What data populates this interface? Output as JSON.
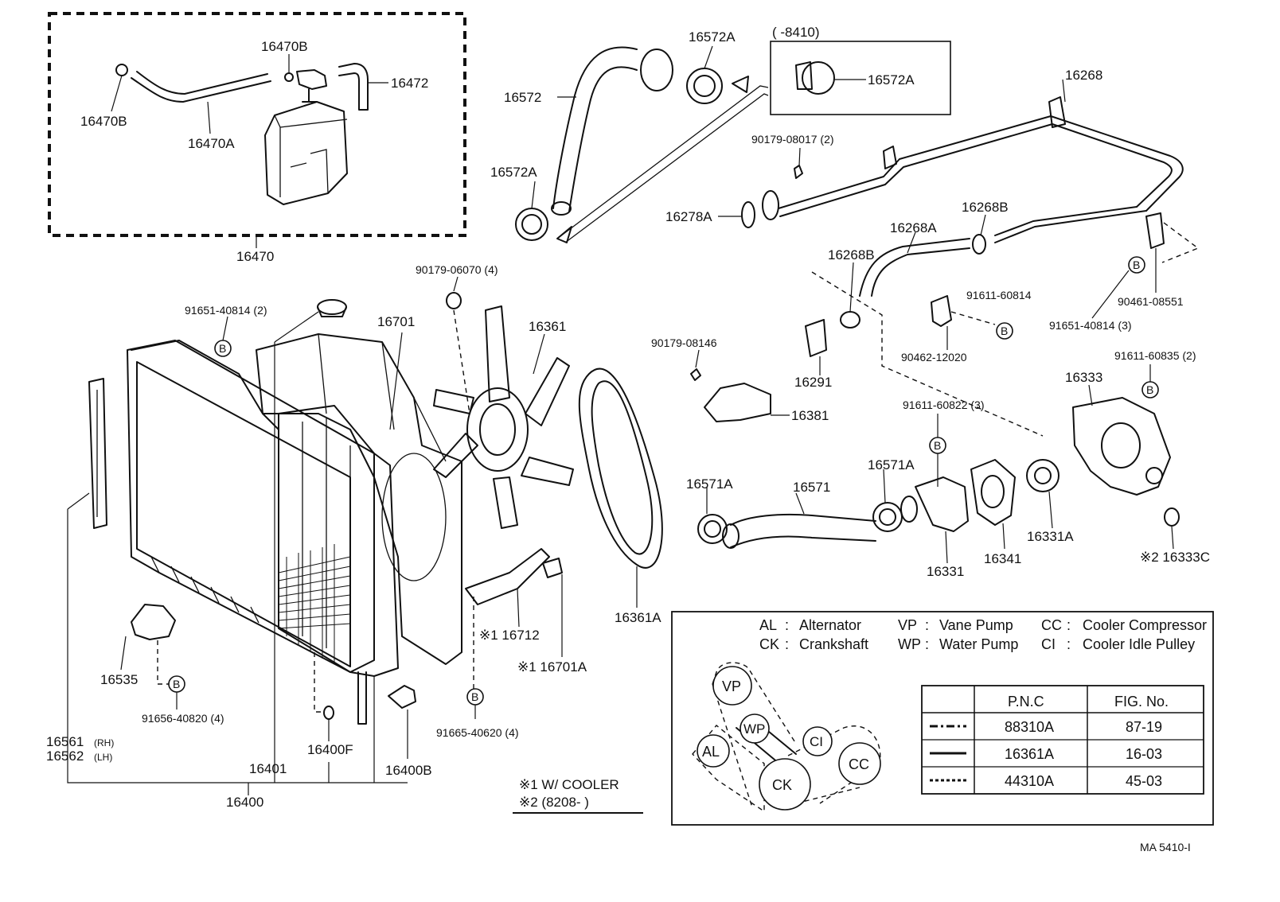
{
  "diagram_id": "MA 5410-I",
  "labels": {
    "p16470": "16470",
    "p16470B_top": "16470B",
    "p16470B_left": "16470B",
    "p16470A": "16470A",
    "p16472": "16472",
    "p16572_top": "16572A",
    "p16572": "16572",
    "p16572A_left": "16572A",
    "p16572A_box": "16572A",
    "box_range": "(      -8410)",
    "p16268": "16268",
    "p90179_08017": "90179-08017 (2)",
    "p16278A": "16278A",
    "p16268B_top": "16268B",
    "p16268A": "16268A",
    "p16268B_mid": "16268B",
    "p91611_60814": "91611-60814",
    "p90461_08551": "90461-08551",
    "p91651_40814_3": "91651-40814 (3)",
    "p90462_12020": "90462-12020",
    "p16291": "16291",
    "p90179_08146": "90179-08146",
    "p16381": "16381",
    "p91611_60835": "91611-60835 (2)",
    "p16333": "16333",
    "p91611_60822": "91611-60822 (3)",
    "p16571A_left": "16571A",
    "p16571": "16571",
    "p16571A_mid": "16571A",
    "p16331A": "16331A",
    "p16341": "16341",
    "p16331": "16331",
    "p16333C": "※2 16333C",
    "p90179_06070": "90179-06070 (4)",
    "p16701": "16701",
    "p16361": "16361",
    "p91651_40814_2": "91651-40814 (2)",
    "p16361A": "16361A",
    "p16712": "※1 16712",
    "p16701A": "※1 16701A",
    "p91665_40620": "91665-40620 (4)",
    "p16535": "16535",
    "p91656_40820": "91656-40820 (4)",
    "p16561": "16561",
    "p16561_side": "(RH)",
    "p16562": "16562",
    "p16562_side": "(LH)",
    "p16401": "16401",
    "p16400F": "16400F",
    "p16400B": "16400B",
    "p16400": "16400",
    "note1": "※1  W/ COOLER",
    "note2": "※2  (8208-          )",
    "bolt_mark": "B"
  },
  "legend": {
    "abbreviations": [
      {
        "code": "AL",
        "sep": ":",
        "name": "Alternator"
      },
      {
        "code": "VP",
        "sep": ":",
        "name": "Vane Pump"
      },
      {
        "code": "CC",
        "sep": ":",
        "name": "Cooler Compressor"
      },
      {
        "code": "CK",
        "sep": ":",
        "name": "Crankshaft"
      },
      {
        "code": "WP",
        "sep": ":",
        "name": "Water Pump"
      },
      {
        "code": "CI",
        "sep": ":",
        "name": "Cooler Idle Pulley"
      }
    ],
    "pulleys": {
      "vp": "VP",
      "wp": "WP",
      "al": "AL",
      "ci": "CI",
      "cc": "CC",
      "ck": "CK"
    },
    "table": {
      "headers": [
        "P.N.C",
        "FIG. No."
      ],
      "rows": [
        {
          "line": "dash-dot",
          "pnc": "88310A",
          "fig": "87-19"
        },
        {
          "line": "solid",
          "pnc": "16361A",
          "fig": "16-03"
        },
        {
          "line": "dashed",
          "pnc": "44310A",
          "fig": "45-03"
        }
      ]
    }
  }
}
